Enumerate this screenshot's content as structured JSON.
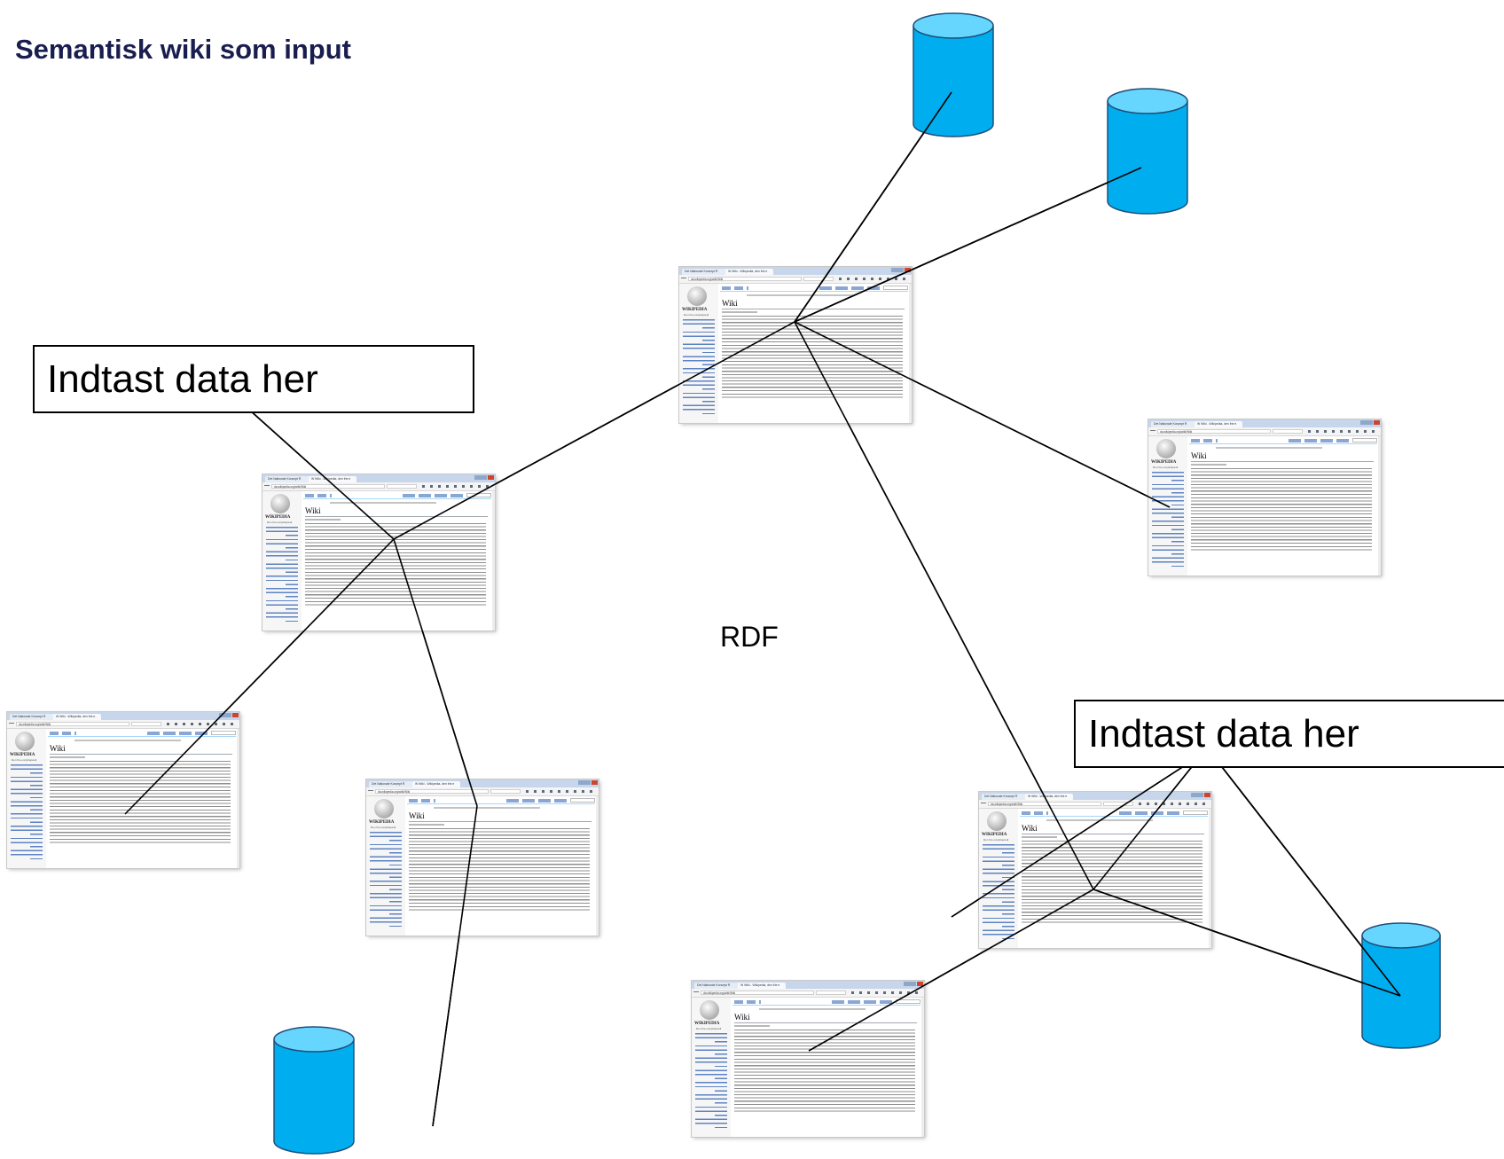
{
  "title": "Semantisk wiki som input",
  "rdf_label": "RDF",
  "callouts": [
    {
      "text": "Indtast data her"
    },
    {
      "text": "Indtast data her"
    }
  ],
  "colors": {
    "title": "#1a1e4f",
    "database_fill": "#00aeef",
    "database_top": "#66d6ff",
    "line": "#000000"
  },
  "icons": {
    "database": "database-cylinder-icon",
    "wiki_page": "wikipedia-browser-screenshot"
  },
  "wiki_page": {
    "tab1": "Det Nationale Koncept R",
    "tab2": "W Wiki - Wikipedia, den frie e",
    "url": "da.wikipedia.org/wiki/Wiki",
    "wordmark": "WIKIPEDIA",
    "tagline": "Den frie encyklopædi",
    "heading": "Wiki"
  }
}
